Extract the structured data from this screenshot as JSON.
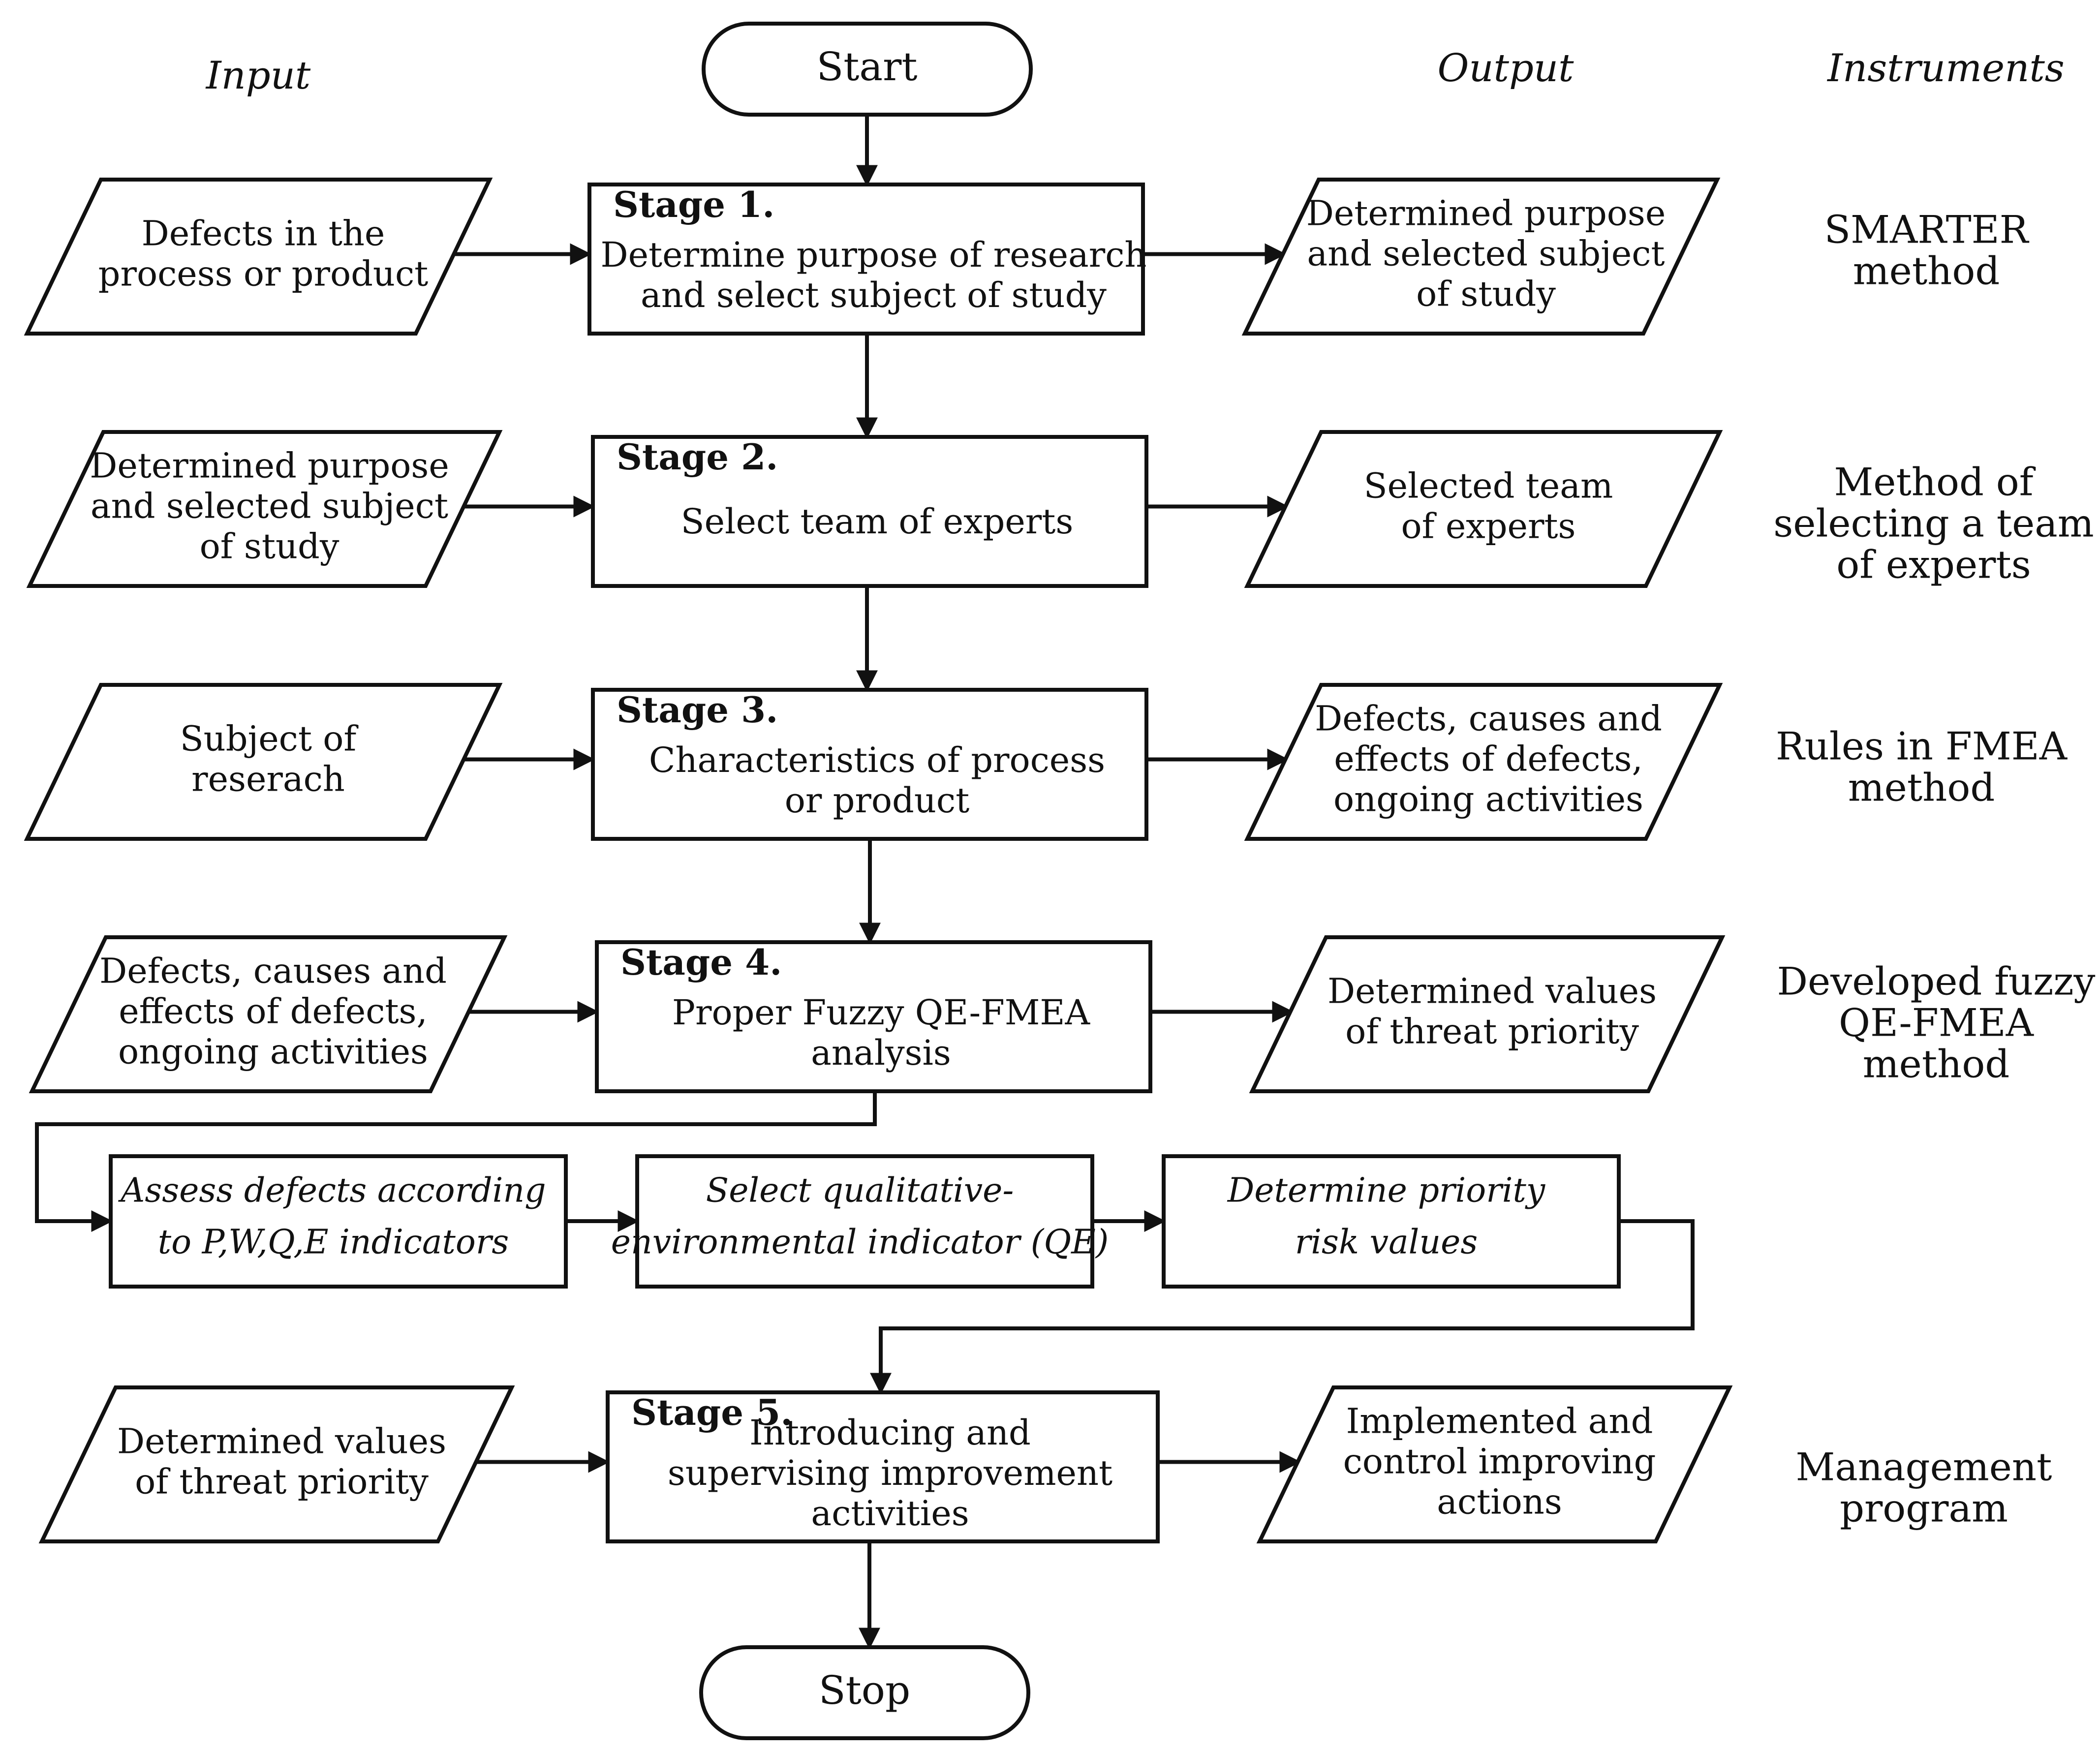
{
  "headers": {
    "input": "Input",
    "output": "Output",
    "instruments": "Instruments"
  },
  "start": "Start",
  "stop": "Stop",
  "stages": [
    {
      "label": "Stage 1.",
      "body": [
        "Determine purpose of research",
        "and select subject of study"
      ],
      "input": [
        "Defects in the",
        "process or product"
      ],
      "output": [
        "Determined purpose",
        "and selected subject",
        "of study"
      ],
      "instrument": [
        "SMARTER",
        "method"
      ]
    },
    {
      "label": "Stage 2.",
      "body": [
        "Select team of experts"
      ],
      "input": [
        "Determined purpose",
        "and selected subject",
        "of study"
      ],
      "output": [
        "Selected team",
        "of experts"
      ],
      "instrument": [
        "Method of",
        "selecting a team",
        "of experts"
      ]
    },
    {
      "label": "Stage 3.",
      "body": [
        "Characteristics of process",
        "or product"
      ],
      "input": [
        "Subject of",
        "reserach"
      ],
      "output": [
        "Defects, causes and",
        "effects of defects,",
        "ongoing activities"
      ],
      "instrument": [
        "Rules in FMEA",
        "method"
      ]
    },
    {
      "label": "Stage 4.",
      "body": [
        "Proper Fuzzy QE-FMEA",
        "analysis"
      ],
      "input": [
        "Defects, causes and",
        "effects of defects,",
        "ongoing activities"
      ],
      "output": [
        "Determined values",
        "of threat priority"
      ],
      "instrument": [
        "Developed fuzzy",
        "QE-FMEA",
        "method"
      ]
    },
    {
      "label": "Stage 5.",
      "body": [
        "Introducing and",
        "supervising improvement",
        "activities"
      ],
      "input": [
        "Determined values",
        "of threat priority"
      ],
      "output": [
        "Implemented and",
        "control improving",
        "actions"
      ],
      "instrument": [
        "Management",
        "program"
      ]
    }
  ],
  "substeps": [
    [
      "Assess defects according",
      "to P,W,Q,E indicators"
    ],
    [
      "Select qualitative-",
      "environmental indicator (QE)"
    ],
    [
      "Determine priority",
      "risk values"
    ]
  ]
}
